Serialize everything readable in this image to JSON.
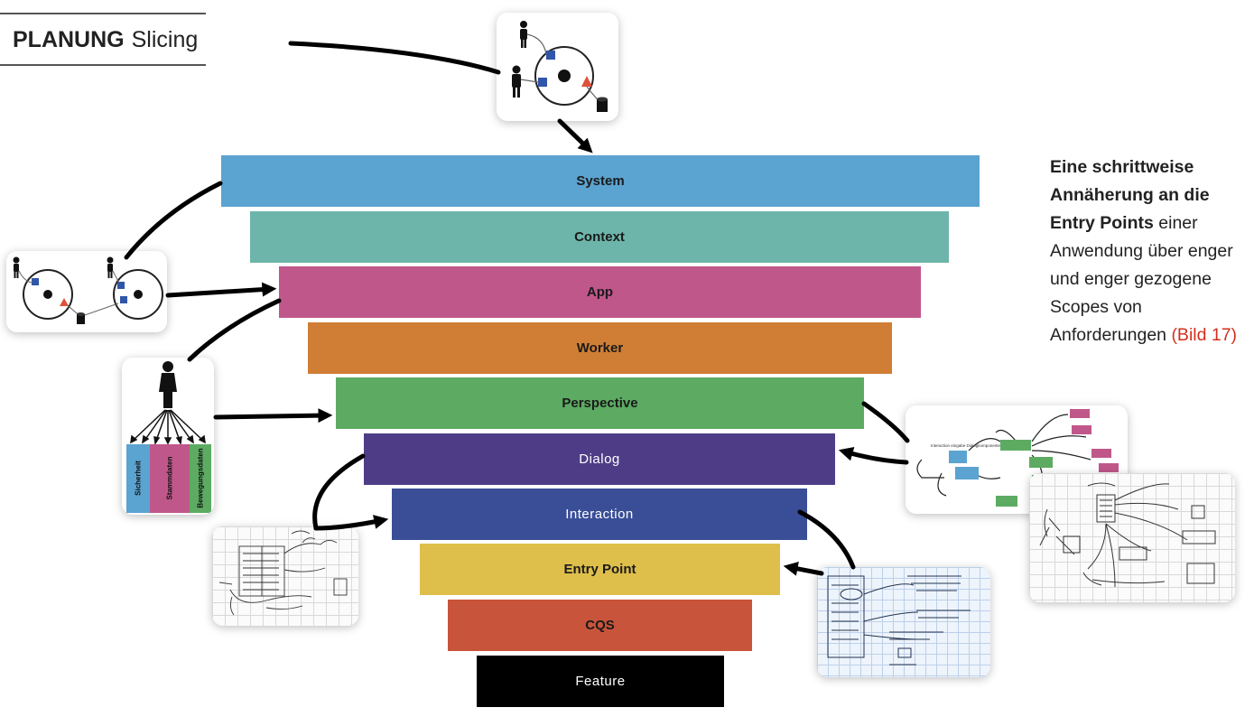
{
  "header": {
    "section": "PLANUNG",
    "topic": "Slicing"
  },
  "layers": [
    {
      "label": "System",
      "color": "#5ba3d0"
    },
    {
      "label": "Context",
      "color": "#6db5aa"
    },
    {
      "label": "App",
      "color": "#c0578a"
    },
    {
      "label": "Worker",
      "color": "#d07e35"
    },
    {
      "label": "Perspective",
      "color": "#5dab62"
    },
    {
      "label": "Dialog",
      "color": "#4e3d86"
    },
    {
      "label": "Interaction",
      "color": "#394e97"
    },
    {
      "label": "Entry Point",
      "color": "#dfbf4b"
    },
    {
      "label": "CQS",
      "color": "#c8553b"
    },
    {
      "label": "Feature",
      "color": "#000000"
    }
  ],
  "caption": {
    "bold": "Eine schrittweise Annäherung an die Entry Points",
    "text": " einer Anwendung über enger und enger gezogene Scopes von Anforderungen ",
    "ref": "(Bild 17)",
    "ref_color": "#d32f1e"
  },
  "perspective_card": {
    "columns": [
      {
        "label": "Sicherheit",
        "color": "#5ba3d0"
      },
      {
        "label": "Stammdaten",
        "color": "#c0578a"
      },
      {
        "label": "Bewegungsdaten",
        "color": "#5dab62"
      }
    ]
  },
  "dialog_card": {
    "title": "Interaction eingabe Dialogkomponenten"
  },
  "icons": {
    "person": "person-icon",
    "database": "database-icon",
    "square": "blue-square-icon",
    "triangle": "red-triangle-icon"
  }
}
